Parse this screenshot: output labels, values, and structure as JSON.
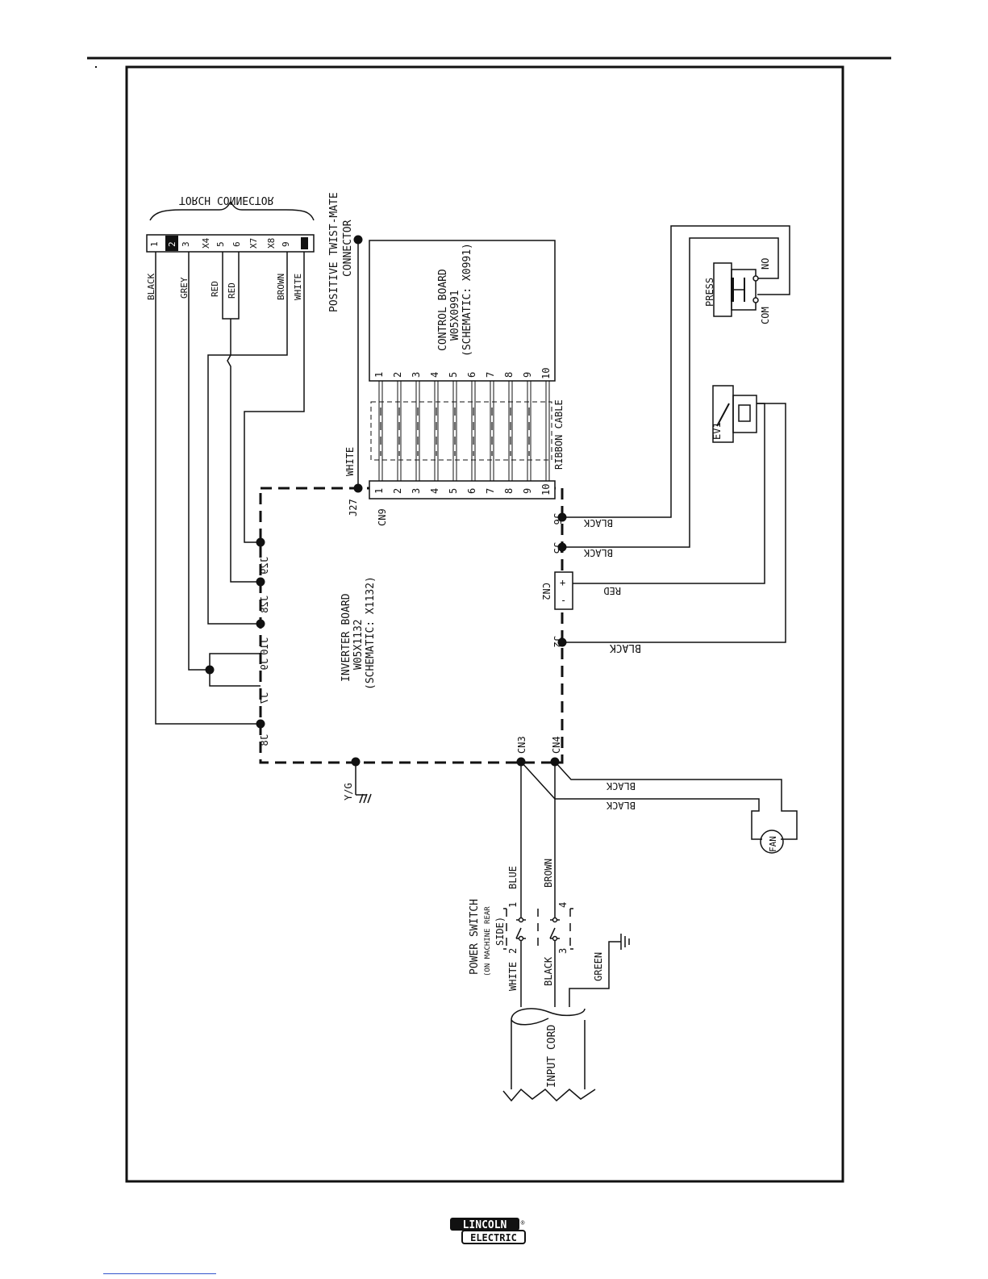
{
  "diagram": {
    "torch_connector": {
      "title": "TORCH CONNECTOR",
      "pins": [
        "1",
        "2",
        "3",
        "X4",
        "5",
        "6",
        "X7",
        "X8",
        "9"
      ],
      "wires": {
        "w1": "BLACK",
        "w3": "GREY",
        "w5": "RED",
        "w6": "RED",
        "w9a": "BROWN",
        "w9b": "WHITE"
      }
    },
    "twist_mate": {
      "line1": "POSITIVE TWIST-MATE",
      "line2": "CONNECTOR"
    },
    "control_board": {
      "line1": "CONTROL BOARD",
      "line2": "W05X0991",
      "line3": "(SCHEMATIC: X0991)",
      "pins": [
        "1",
        "2",
        "3",
        "4",
        "5",
        "6",
        "7",
        "8",
        "9",
        "10"
      ]
    },
    "ribbon_cable": "RIBBON CABLE",
    "cn9": {
      "label": "CN9",
      "pins": [
        "1",
        "2",
        "3",
        "4",
        "5",
        "6",
        "7",
        "8",
        "9",
        "10"
      ]
    },
    "white_label": "WHITE",
    "inverter_board": {
      "line1": "INVERTER BOARD",
      "line2": "W05X1132",
      "line3": "(SCHEMATIC: X1132)"
    },
    "connectors": {
      "j27": "J27",
      "j29": "J29",
      "j28": "J28",
      "j10": "J10",
      "j9": "J9",
      "j7": "J7",
      "j8": "J8",
      "j6": "J6",
      "j5": "J5",
      "cn2": "CN2",
      "j2": "J2",
      "cn3": "CN3",
      "cn4": "CN4",
      "cn2_plus": "+",
      "cn2_minus": "-"
    },
    "wire_labels": {
      "j6": "BLACK",
      "j5": "BLACK",
      "cn2": "RED",
      "j2": "BLACK",
      "fan1": "BLACK",
      "fan2": "BLACK"
    },
    "press": {
      "label": "PRESS",
      "no": "NO",
      "com": "COM"
    },
    "ev1": "EV1",
    "fan": "FAN",
    "ground": "Y/G",
    "power_switch": {
      "line1": "POWER SWITCH",
      "line2": "(ON MACHINE REAR",
      "line3": "SIDE)",
      "white": "WHITE",
      "blue": "BLUE",
      "black": "BLACK",
      "brown": "BROWN",
      "t1": "1",
      "t2": "2",
      "t3": "3",
      "t4": "4"
    },
    "green": "GREEN",
    "input_cord": "INPUT CORD"
  },
  "footer": {
    "logo_top": "LINCOLN",
    "logo_reg": "®",
    "logo_bottom": "ELECTRIC"
  }
}
